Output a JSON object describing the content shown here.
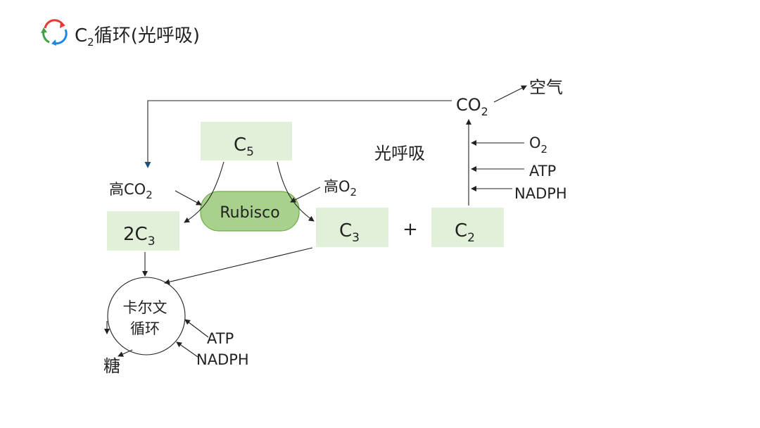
{
  "header": {
    "title_sym": "C",
    "title_sub": "2",
    "title_rest": "循环(光呼吸)",
    "icon_colors": [
      "#e53935",
      "#43a047",
      "#1e88e5"
    ]
  },
  "nodes": {
    "c5": {
      "sym": "C",
      "sub": "5"
    },
    "rubisco": "Rubisco",
    "two_c3": {
      "sym": "2C",
      "sub": "3"
    },
    "c3": {
      "sym": "C",
      "sub": "3"
    },
    "plus": "+",
    "c2": {
      "sym": "C",
      "sub": "2"
    },
    "co2": {
      "sym": "CO",
      "sub": "2"
    },
    "air": "空气",
    "photorespiration": "光呼吸",
    "o2": {
      "sym": "O",
      "sub": "2"
    },
    "atp_top": "ATP",
    "nadph_top": "NADPH",
    "high_co2": {
      "prefix": "高",
      "sym": "CO",
      "sub": "2"
    },
    "high_o2": {
      "prefix": "高",
      "sym": "O",
      "sub": "2"
    },
    "calvin_line1": "卡尔文",
    "calvin_line2": "循环",
    "atp_bottom": "ATP",
    "nadph_bottom": "NADPH",
    "sugar": "糖"
  },
  "colors": {
    "box_fill": "#e2f0d9",
    "rubisco_fill": "#a9d18e",
    "rubisco_stroke": "#70ad47",
    "co2_return_arrow": "#1f4e79"
  }
}
